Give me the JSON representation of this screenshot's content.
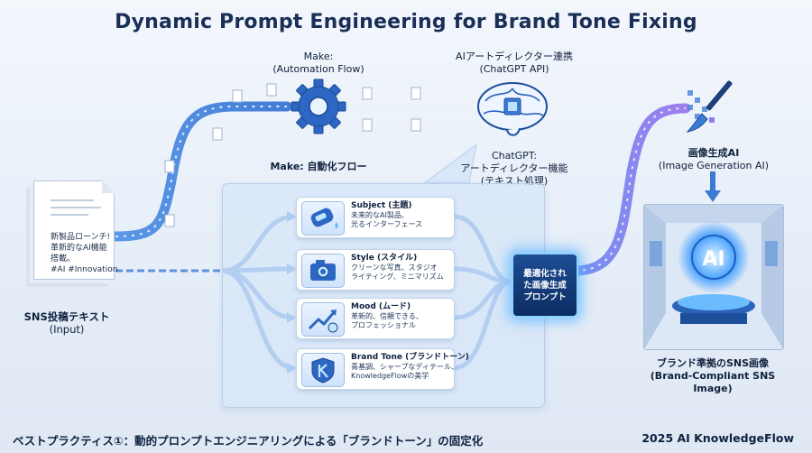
{
  "title": "Dynamic Prompt Engineering for Brand Tone Fixing",
  "input": {
    "doc_lines": [
      "新製品ローンチ!",
      "革新的なAI機能",
      "搭載。",
      "#AI #Innovation"
    ],
    "label": "SNS投稿テキスト",
    "sublabel": "(Input)"
  },
  "make": {
    "top_label": "Make:",
    "top_sublabel": "(Automation Flow)",
    "bottom_label": "Make: 自動化フロー"
  },
  "chatgpt": {
    "top_label": "AIアートディレクター連携",
    "top_sublabel": "(ChatGPT API)",
    "bottom_line1": "ChatGPT:",
    "bottom_line2": "アートディレクター機能",
    "bottom_line3": "(テキスト処理)"
  },
  "cards": [
    {
      "heading": "Subject (主題)",
      "desc1": "未来的なAI製品、",
      "desc2": "光るインターフェース",
      "icon": "device-icon"
    },
    {
      "heading": "Style (スタイル)",
      "desc1": "クリーンな写真、スタジオ",
      "desc2": "ライティング、ミニマリズム",
      "icon": "camera-icon"
    },
    {
      "heading": "Mood (ムード)",
      "desc1": "革新的、信頼できる、",
      "desc2": "プロフェッショナル",
      "icon": "trend-arrow-icon"
    },
    {
      "heading": "Brand Tone (ブランドトーン)",
      "desc1": "青基調、シャープなディテール、",
      "desc2": "KnowledgeFlowの美学",
      "icon": "brand-shield-icon"
    }
  ],
  "optimized_prompt": {
    "line1": "最適化され",
    "line2": "た画像生成",
    "line3": "プロンプト"
  },
  "image_gen": {
    "label": "画像生成AI",
    "sublabel": "(Image Generation AI)"
  },
  "output": {
    "screen_text": "AI",
    "label": "ブランド準拠のSNS画像",
    "sublabel": "(Brand-Compliant SNS Image)"
  },
  "footer": {
    "left": "ベストプラクティス①：動的プロンプトエンジニアリングによる「ブランドトーン」の固定化",
    "right": "2025 AI KnowledgeFlow"
  },
  "colors": {
    "flow_blue": "#3a7bd5",
    "flow_glow": "#8fd2ff",
    "accent_purple": "#7b6cf0",
    "dark_navy": "#0f2240"
  }
}
